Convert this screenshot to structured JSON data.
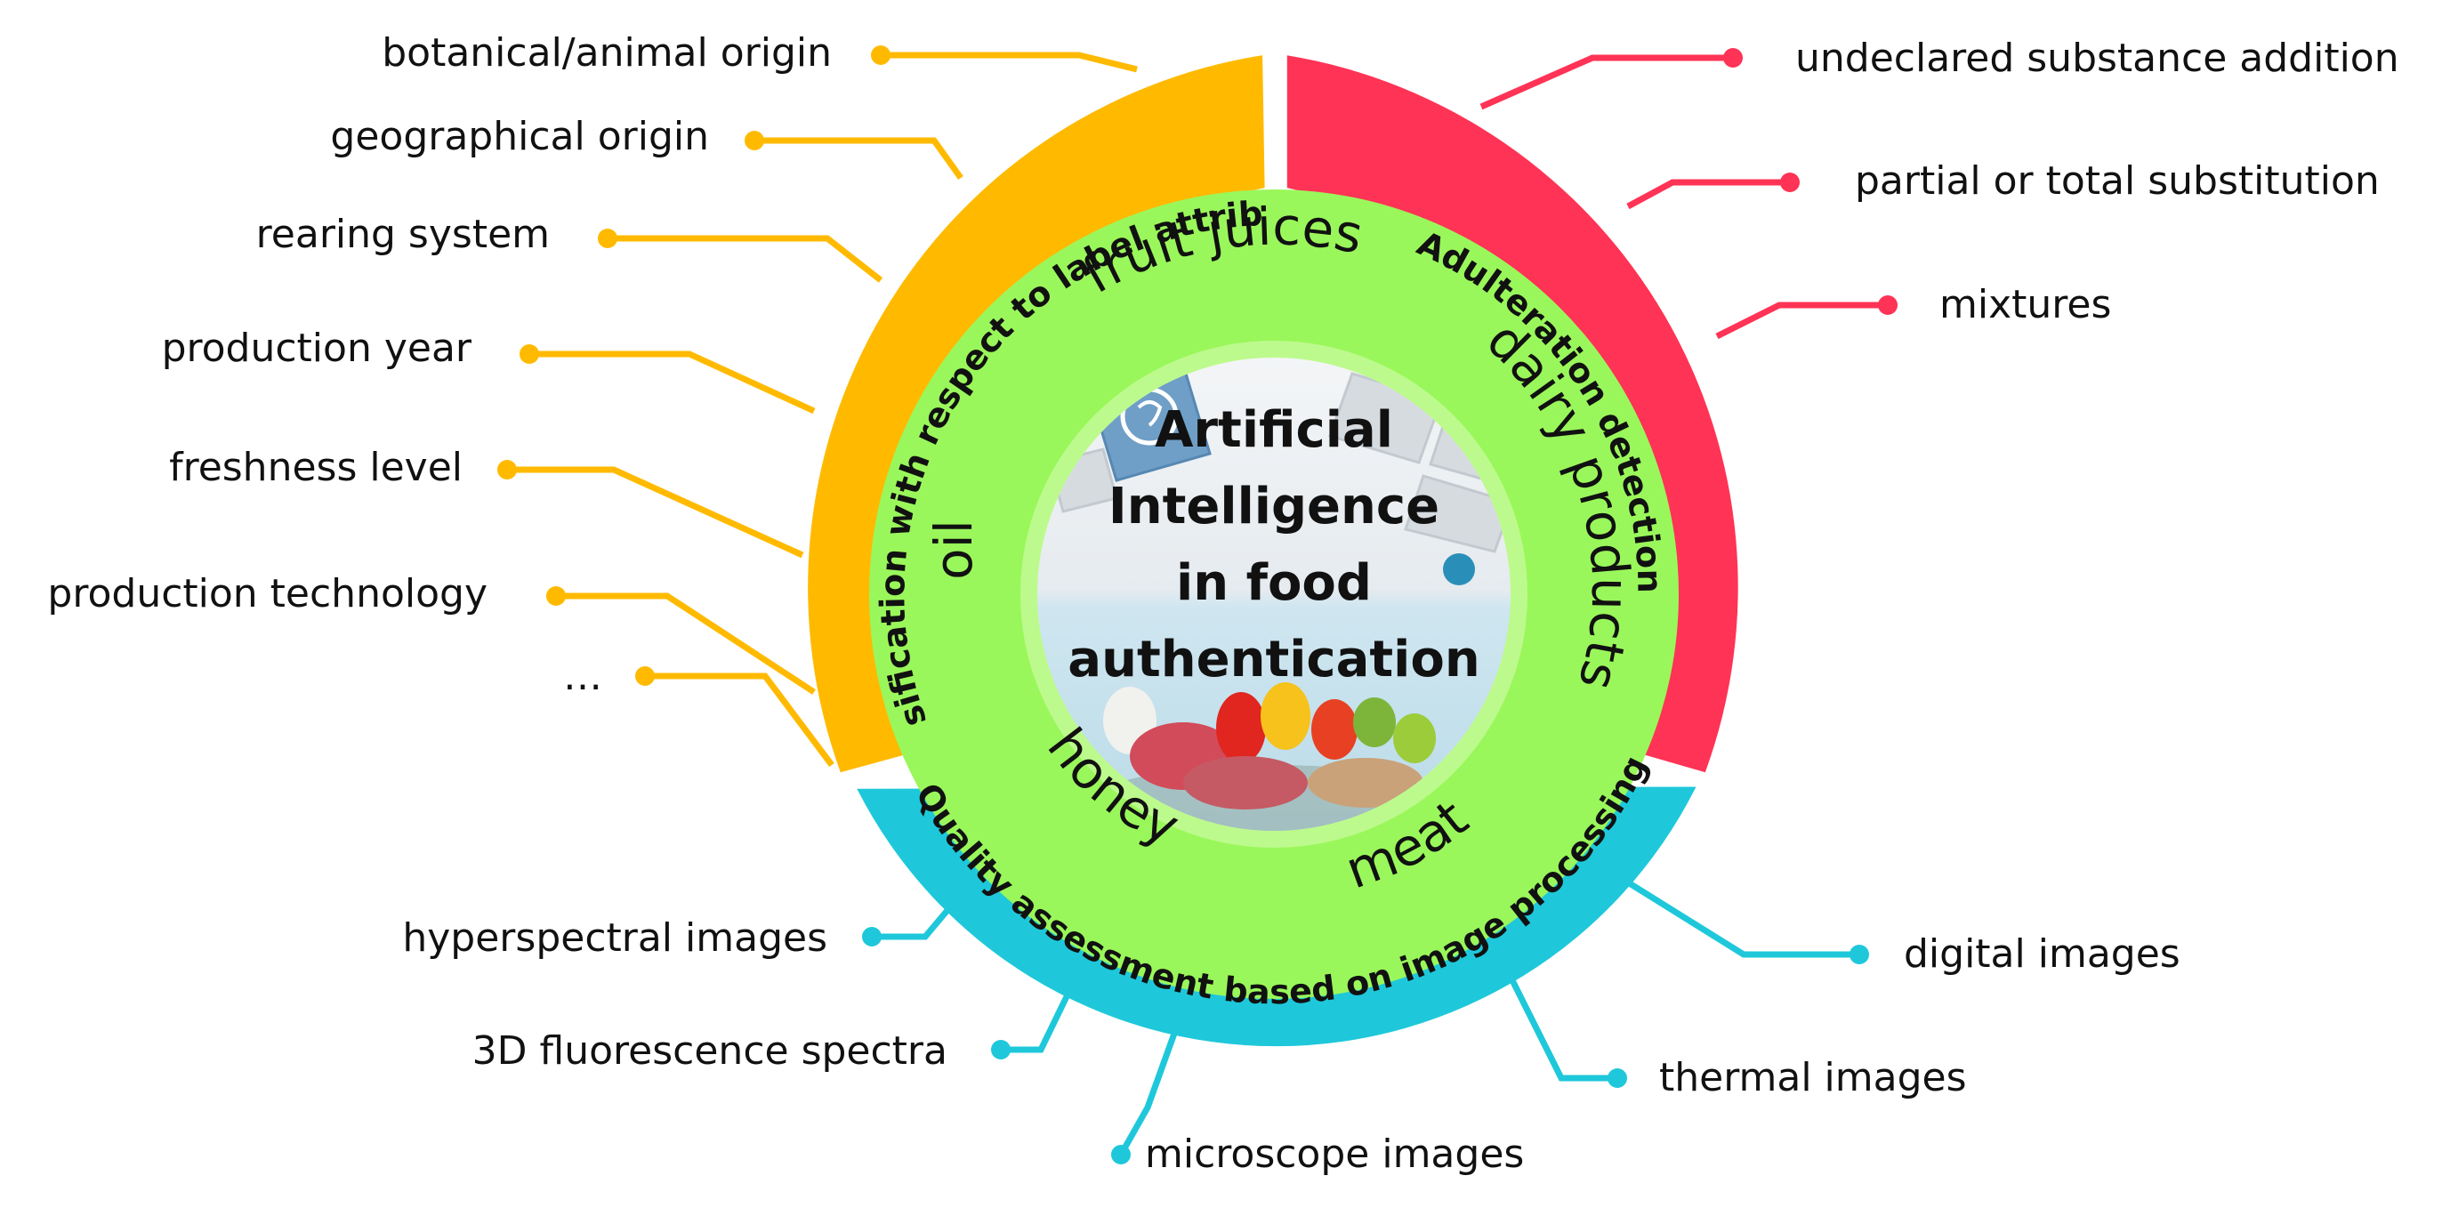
{
  "center": {
    "lines": [
      "Artificial",
      "Intelligence",
      "in food",
      "authentication"
    ]
  },
  "foods": {
    "fruit_juices": "fruit juices",
    "dairy_products": "dairy products",
    "meat": "meat",
    "honey": "honey",
    "oil": "oil"
  },
  "segments": {
    "classification": {
      "title": "Classification with respect to label attributes",
      "color": "#ffba00",
      "items": [
        "botanical/animal origin",
        "geographical origin",
        "rearing system",
        "production year",
        "freshness level",
        "production technology",
        "…"
      ]
    },
    "adulteration": {
      "title": "Adulteration detection",
      "color": "#ff3355",
      "items": [
        "undeclared substance addition",
        "partial or total substitution",
        "mixtures"
      ]
    },
    "quality": {
      "title": "Quality assessment based on image processing",
      "color": "#1ec8da",
      "items": [
        "hyperspectral images",
        "3D fluorescence spectra",
        "microscope images",
        "thermal images",
        "digital images"
      ]
    }
  },
  "colors": {
    "food_ring": "#9af75b",
    "food_ring_inner": "#bdfa8d",
    "center_top": "#eef1f4",
    "center_bottom": "#cfe6f0",
    "ai_tile": "#6f9fc7"
  }
}
